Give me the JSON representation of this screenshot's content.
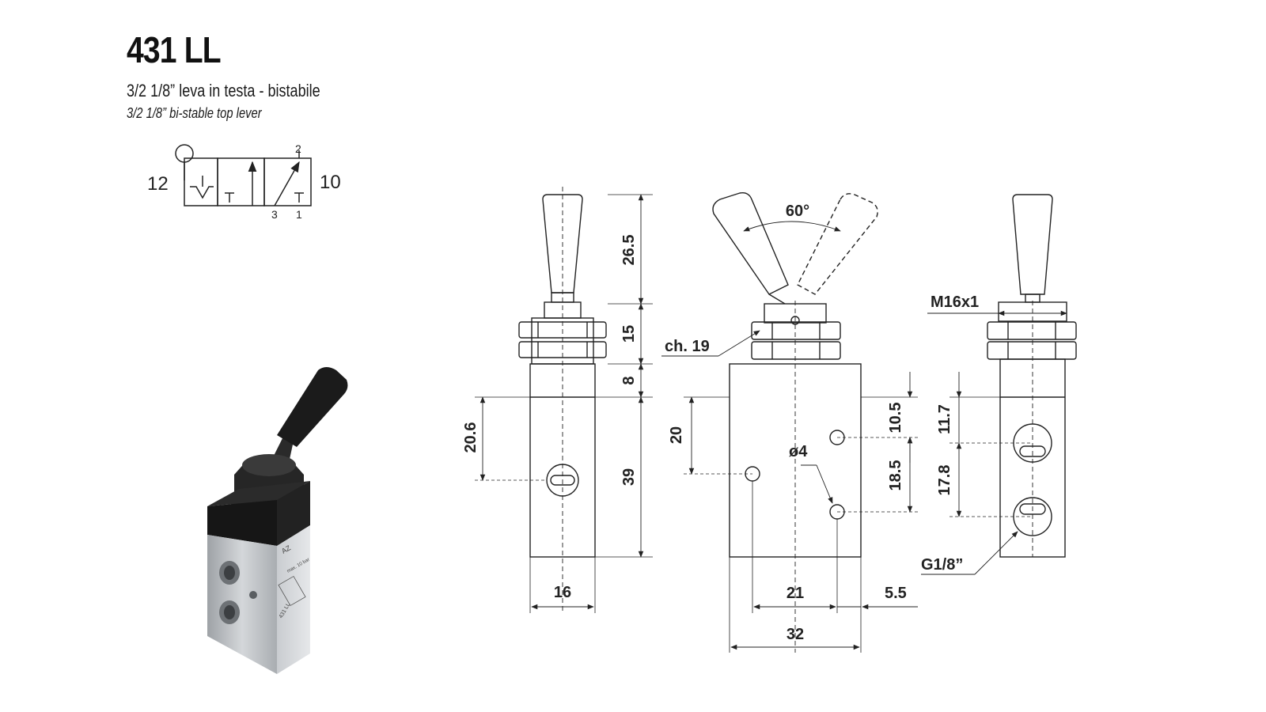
{
  "header": {
    "title": "431 LL",
    "subtitle_it": "3/2 1/8” leva in testa - bistabile",
    "subtitle_en": "3/2 1/8” bi-stable top lever"
  },
  "symbol": {
    "port_left": "12",
    "port_right": "10",
    "port_top": "2",
    "port_bottom_left": "3",
    "port_bottom_right": "1"
  },
  "product_photo": {
    "brand_mark": "AZ",
    "model_label": "431 LL",
    "pressure_label": "max. 10 bar"
  },
  "front_view": {
    "dims": {
      "lever_height": "26.5",
      "nut_height": "15",
      "neck_height": "8",
      "port_offset": "20.6",
      "body_height": "39",
      "body_width": "16"
    }
  },
  "side_view": {
    "dims": {
      "angle": "60°",
      "nut_wrench": "ch. 19",
      "hole_offset_left": "20",
      "hole_top": "10.5",
      "hole_spacing": "18.5",
      "hole_diameter": "ø4",
      "hole_pitch": "21",
      "edge_offset": "5.5",
      "body_width": "32"
    }
  },
  "rear_view": {
    "dims": {
      "thread": "M16x1",
      "port_top": "11.7",
      "port_spacing": "17.8",
      "port_thread": "G1/8”"
    }
  },
  "colors": {
    "line": "#222222",
    "photo_body": "#b9bcbf",
    "photo_cap": "#1b1b1b"
  }
}
